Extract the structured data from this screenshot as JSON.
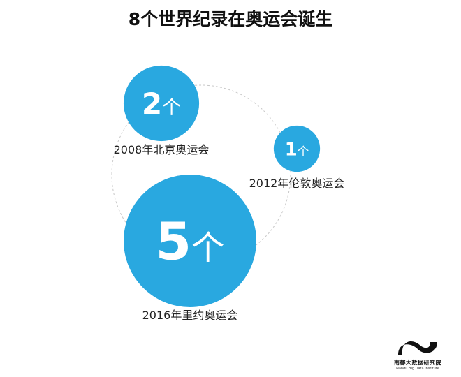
{
  "title": "8个世界纪录在奥运会诞生",
  "chart_data": {
    "type": "bubble",
    "title": "8个世界纪录在奥运会诞生",
    "unit": "个",
    "categories": [
      "2008年北京奥运会",
      "2012年伦敦奥运会",
      "2016年里约奥运会"
    ],
    "values": [
      2,
      1,
      5
    ],
    "total": 8,
    "color": "#29a8e0"
  },
  "footer": {
    "logo_cn": "南都大数据研究院",
    "logo_en": "Nandu Big Data Institute"
  }
}
